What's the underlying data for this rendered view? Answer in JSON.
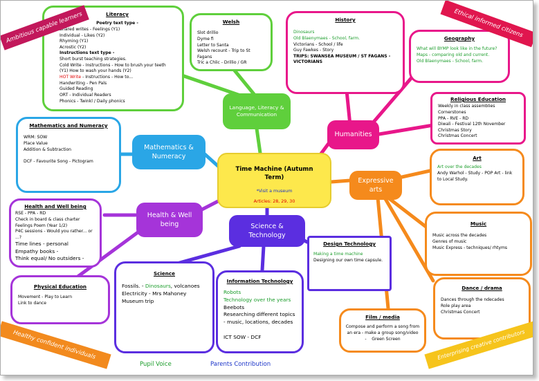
{
  "centre": {
    "title": "Time Machine (Autumn Term)",
    "visit": "*Visit a museum",
    "articles": "Articles: 28, 29, 30"
  },
  "hubs": {
    "language": "Language, Literacy & Communication",
    "maths": "Mathematics & Numeracy",
    "humanities": "Humanities",
    "expressive": "Expressive arts",
    "health": "Health & Well being",
    "science": "Science & Technology"
  },
  "literacy": {
    "title": "Literacy",
    "items": [
      {
        "text": "Poetry text type -",
        "style": "bold center"
      },
      {
        "text": "Shared writes - Feelings (Y1)",
        "style": ""
      },
      {
        "text": "Individual - Likes (Y2)",
        "style": ""
      },
      {
        "text": "Rhyming (Y1)",
        "style": ""
      },
      {
        "text": "Acrostic (Y2)",
        "style": ""
      },
      {
        "text": "Instructions text type -",
        "style": "bold"
      },
      {
        "text": "Short burst teaching strategies.",
        "style": ""
      },
      {
        "text": "Cold Write - Instructions - How to brush your teeth (Y1) How to wash your hands (Y2)",
        "style": ""
      },
      {
        "text": "HOT Write - Instructions - How to...",
        "style": "hot"
      },
      {
        "text": "Handwriting - Pen Pals",
        "style": ""
      },
      {
        "text": "Guided Reading",
        "style": ""
      },
      {
        "text": "ORT - Individual Readers",
        "style": ""
      },
      {
        "text": "Phonics - Twinkl / Daily phonics",
        "style": ""
      }
    ],
    "hot_prefix": "HOT Write",
    "hot_rest": " - Instructions - How to..."
  },
  "welsh": {
    "title": "Welsh",
    "items": [
      "Slot drillio",
      "Dyme fi",
      "Letter to Santa",
      "Welsh recount - Trip to St Fagans",
      "Tric a Chlic - Drillio / GR"
    ]
  },
  "history": {
    "title": "History",
    "items": [
      {
        "text": "Dinosaurs",
        "style": "green"
      },
      {
        "text": "Old Blaenymaes - School, farm.",
        "style": "green"
      },
      {
        "text": "Victorians - School / life",
        "style": ""
      },
      {
        "text": "Guy Fawkes - Story",
        "style": ""
      },
      {
        "text": "TRIPS: SWANSEA MUSEUM / ST FAGANS - VICTORIANS",
        "style": "bold"
      }
    ]
  },
  "geography": {
    "title": "Geography",
    "items": [
      "What will BYMP look like in the future?",
      "Maps - comparing old and current.",
      "Old Blaenymaes - School, farm."
    ]
  },
  "re": {
    "title": "Religious Education",
    "items": [
      "Weekly in class assemblies",
      "Cornerstones",
      "PPA - RVE - RD",
      "Diwali - Festival 12th November",
      "Christmas Story",
      "Christmas Concert"
    ]
  },
  "art": {
    "title": "Art",
    "items": [
      {
        "text": "Art over the decades",
        "style": "green"
      },
      {
        "text": "Andy Warhol - Study - POP Art - link to Local Study.",
        "style": ""
      }
    ]
  },
  "music": {
    "title": "Music",
    "items": [
      "Music across the decades",
      "Genres of music",
      "Music Express - techniques/ rhtyms"
    ]
  },
  "dance": {
    "title": "Dance / drama",
    "items": [
      "Dances through the ndecades",
      "Role play area",
      "Christmas Concert"
    ]
  },
  "film": {
    "title": "Film / media",
    "items": [
      "Compose and perform a song from an era - make a group song/video",
      "-    Green Screen"
    ]
  },
  "maths_box": {
    "title": "Mathematics and Numeracy",
    "items": [
      "WRM: SOW",
      "Place Value",
      "Addition & Subtraction",
      "",
      "DCF - Favourite Song - Pictogram"
    ]
  },
  "health_box": {
    "title": "Health and Well being",
    "items": [
      {
        "text": "RSE - PPA - RD",
        "style": ""
      },
      {
        "text": "Check in board & class charter",
        "style": ""
      },
      {
        "text": "Feelings Poem (Year 1/2)",
        "style": ""
      },
      {
        "text": "P4C sessions - Would you rather... or ...?",
        "style": ""
      },
      {
        "text": "Time lines - personal",
        "style": "big"
      },
      {
        "text": "Empathy books -",
        "style": "big"
      },
      {
        "text": "Think equal/ No outsiders -",
        "style": "big"
      }
    ]
  },
  "pe": {
    "title": "Physical Education",
    "items": [
      "Movement - Play to Learn",
      "Link to dance"
    ]
  },
  "science_box": {
    "title": "Science",
    "line1_a": "Fossils. - ",
    "line1_b": "Dinosaurs",
    "line1_c": ", volcanoes",
    "items": [
      "Electricity - Mrs Mahoney",
      "Museum trip"
    ]
  },
  "it": {
    "title": "Information Technology",
    "items": [
      {
        "text": "Robots",
        "style": "green"
      },
      {
        "text": "Technology over the years",
        "style": "green"
      },
      {
        "text": "Beebots",
        "style": ""
      },
      {
        "text": "Researching different topics - music, locations, decades",
        "style": ""
      },
      {
        "text": "",
        "style": ""
      },
      {
        "text": "ICT SOW - DCF",
        "style": ""
      }
    ]
  },
  "dt": {
    "title": "Design Technology",
    "items": [
      {
        "text": "Making a time machine",
        "style": "green"
      },
      {
        "text": "Designing our own time capsule.",
        "style": ""
      }
    ]
  },
  "banners": {
    "top_left": "Ambitious capable learners",
    "top_right": "Ethical informed citizens",
    "bottom_left": "Healthy confident individuals",
    "bottom_right": "Enterprising creative contributors"
  },
  "footer": {
    "pupil_voice": "Pupil Voice",
    "parents": "Parents Contribution"
  },
  "colors": {
    "language": "#5fcf3c",
    "maths": "#2aa6e6",
    "humanities": "#e8178a",
    "expressive": "#f58a1c",
    "health": "#a534d9",
    "science": "#5b2ee0",
    "centre": "#fde84c",
    "banner_left": "#c2185b",
    "banner_right": "#e0164e",
    "banner_bottom_left": "#f28a1e",
    "banner_bottom_right": "#f6c41c"
  }
}
